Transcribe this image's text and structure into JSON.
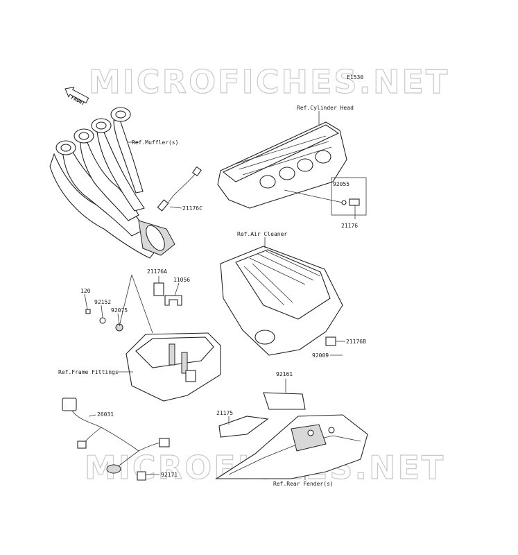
{
  "diagram_code": "E1530",
  "watermark": "MICROFICHES.NET",
  "front_marker": "FRONT",
  "callouts": {
    "ref_muffler": "Ref.Muffler(s)",
    "ref_cylinder_head": "Ref.Cylinder Head",
    "p_21176C": "21176C",
    "p_92055": "92055",
    "p_21176": "21176",
    "ref_air_cleaner": "Ref.Air Cleaner",
    "p_21176A": "21176A",
    "p_11056": "11056",
    "p_120": "120",
    "p_92152": "92152",
    "p_92075": "92075",
    "p_21176B": "21176B",
    "p_92009": "92009",
    "ref_frame_fittings": "Ref.Frame Fittings",
    "p_92161": "92161",
    "p_26031": "26031",
    "p_21175": "21175",
    "p_92171": "92171",
    "ref_rear_fender": "Ref.Rear Fender(s)"
  }
}
